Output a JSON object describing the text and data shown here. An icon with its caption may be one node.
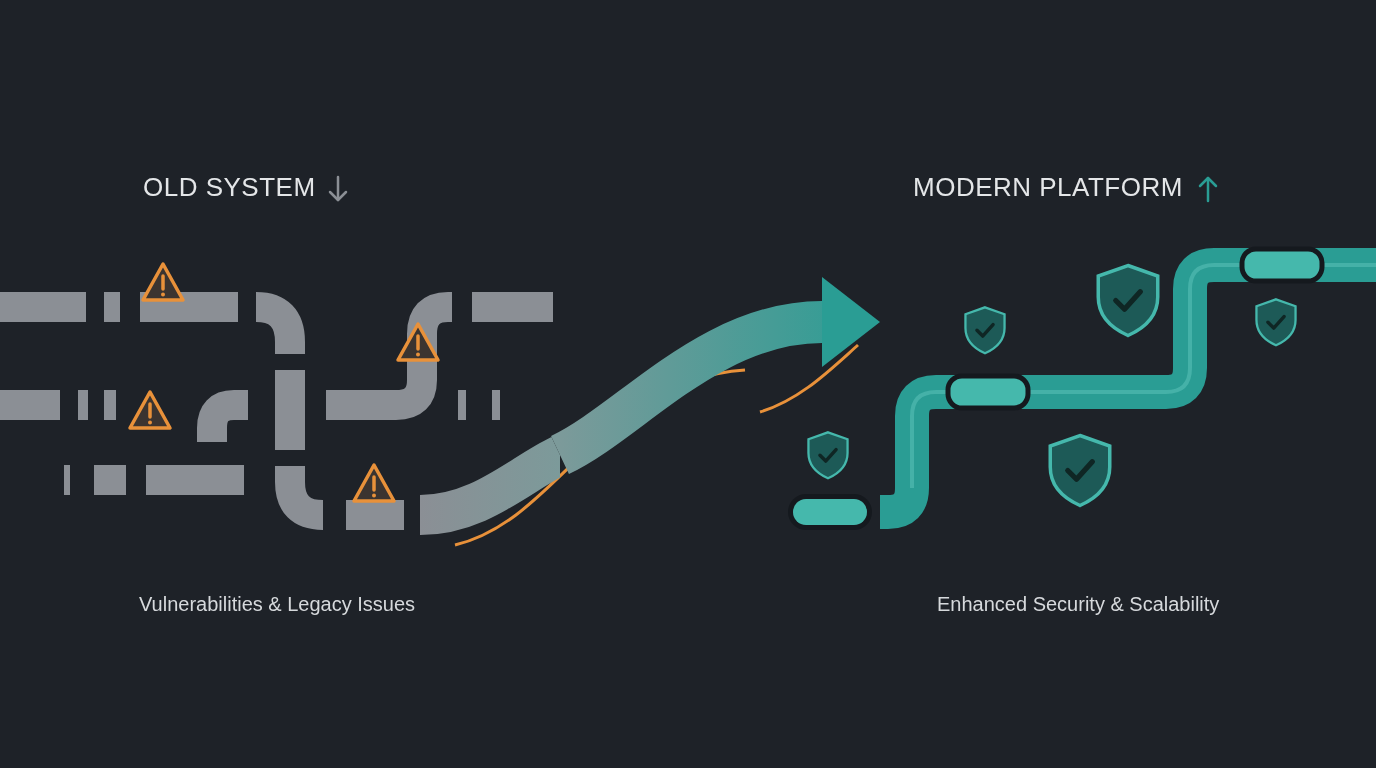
{
  "diagram": {
    "nodes": [
      {
        "text": [],
        "shape": "picture"
      },
      {
        "text": [],
        "shape": "picture"
      }
    ],
    "edges": [
      {
        "from": 0,
        "to": 1,
        "arrow": "to"
      }
    ],
    "labels": [
      "OLD SYSTEM",
      "MODERN PLATFORM",
      "Vulnerabilities & Legacy Issues",
      "Enhanced Security & Scalability"
    ]
  }
}
